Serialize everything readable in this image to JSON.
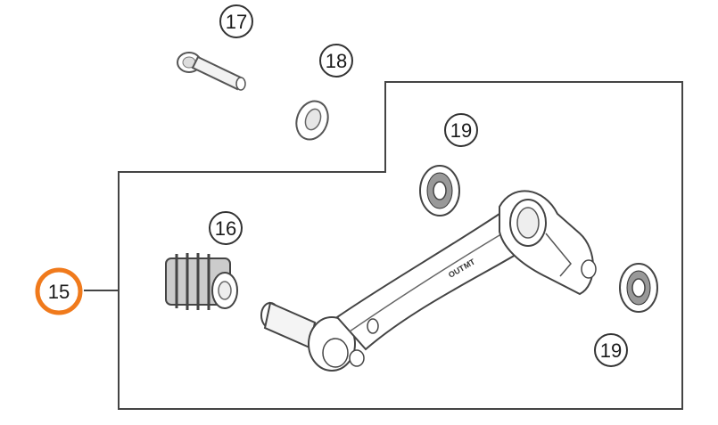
{
  "diagram": {
    "highlight_color": "#f07a1c",
    "line_color": "#333333",
    "callouts": {
      "c15": "15",
      "c16": "16",
      "c17": "17",
      "c18": "18",
      "c19a": "19",
      "c19b": "19"
    },
    "parts": {
      "lever_text_1": "OUT",
      "lever_text_2": "MT"
    }
  }
}
